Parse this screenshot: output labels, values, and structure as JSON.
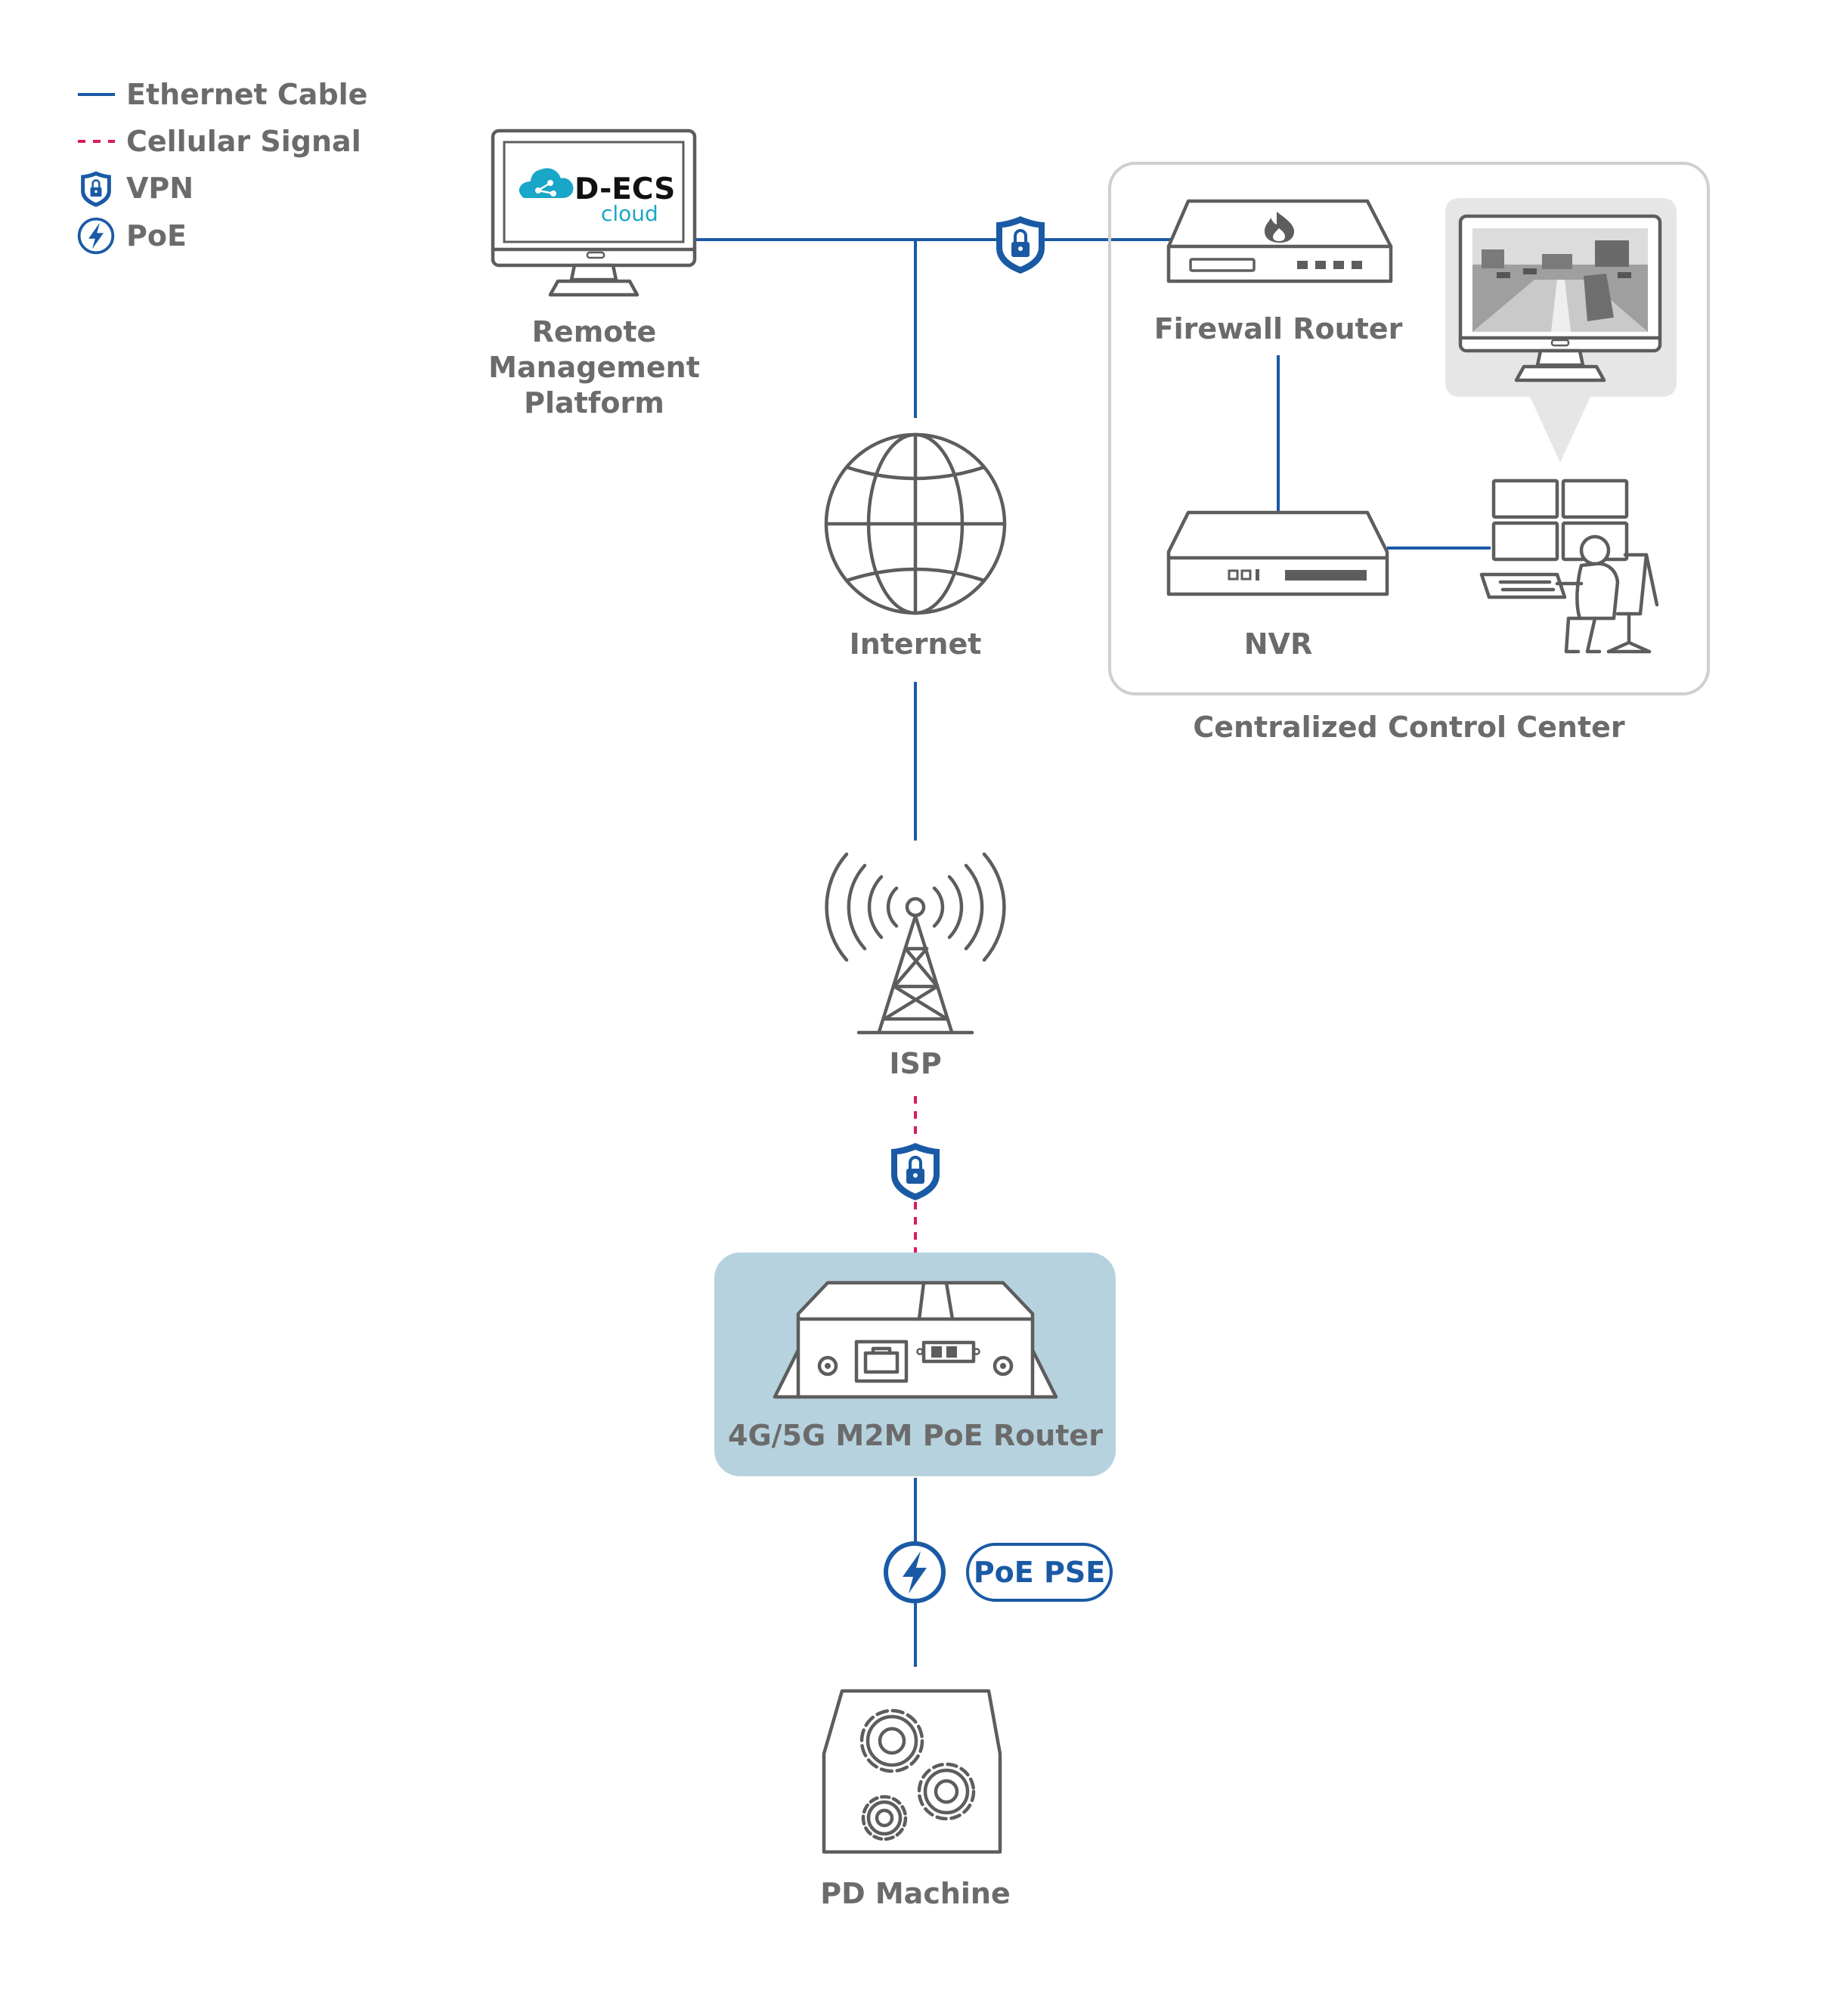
{
  "legend": {
    "ethernet": "Ethernet Cable",
    "cellular": "Cellular Signal",
    "vpn": "VPN",
    "poe": "PoE"
  },
  "nodes": {
    "remote_platform": [
      "Remote",
      "Management",
      "Platform"
    ],
    "cloud_logo_main": "D-ECS",
    "cloud_logo_sub": "cloud",
    "firewall_router": "Firewall Router",
    "nvr": "NVR",
    "internet": "Internet",
    "control_center": "Centralized Control Center",
    "isp": "ISP",
    "m2m_router": "4G/5G M2M PoE Router",
    "poe_pse": "PoE PSE",
    "pd_machine": "PD Machine"
  },
  "colors": {
    "ethernet": "#1a5aa5",
    "cellular": "#d81b5e",
    "router_highlight": "#b6d2de",
    "device_stroke": "#5d5d5d",
    "cloud_accent": "#1aa6c8"
  }
}
